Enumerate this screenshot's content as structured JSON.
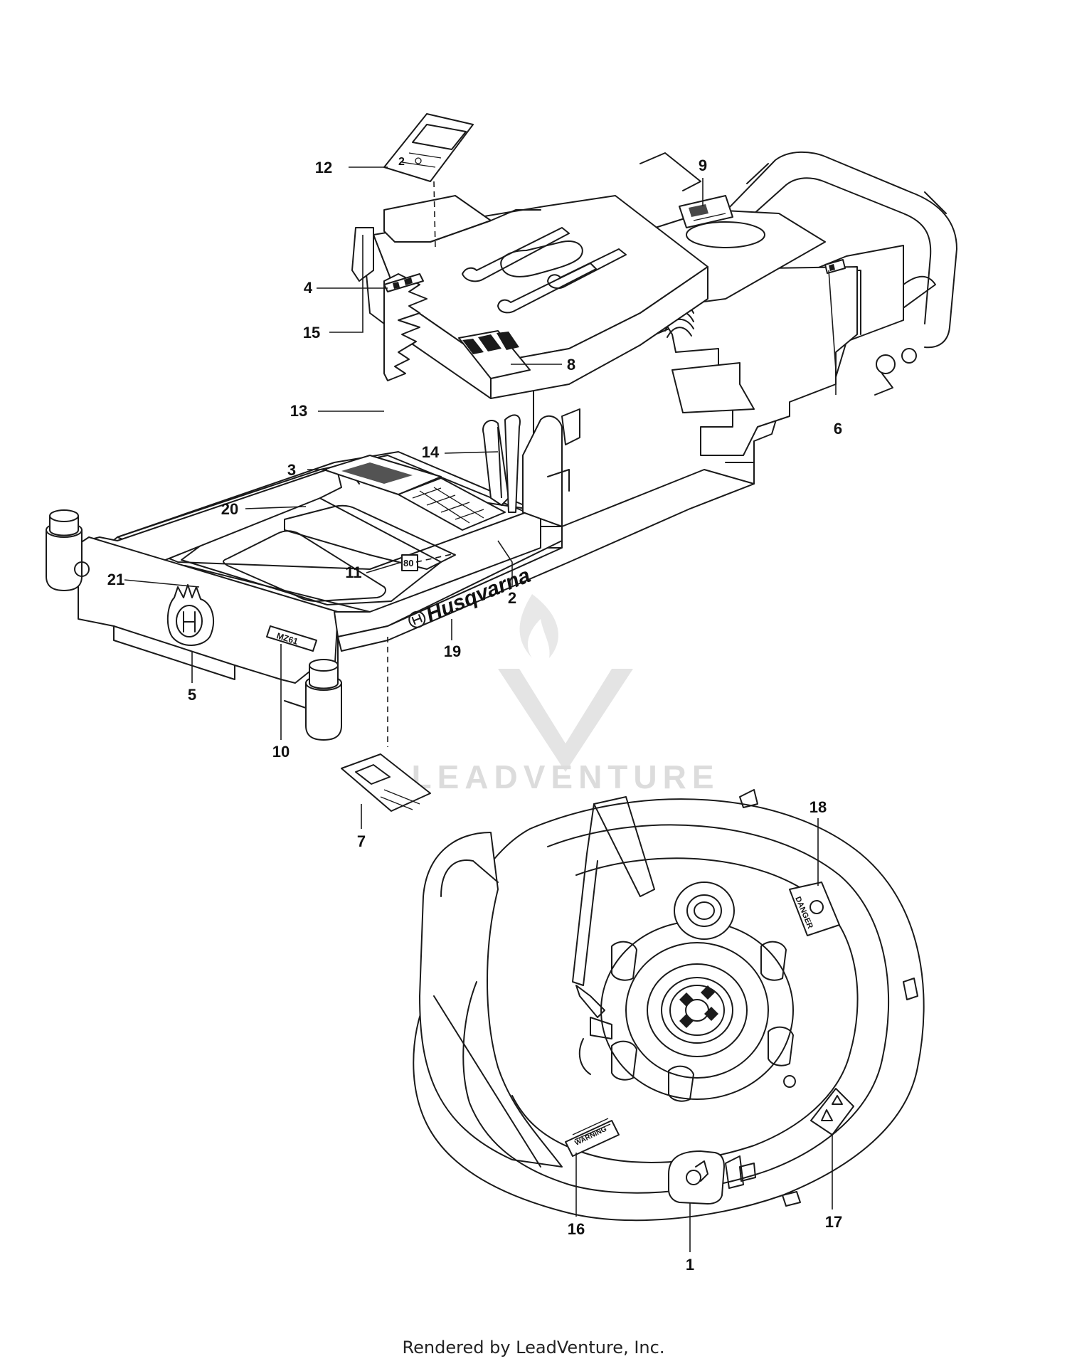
{
  "diagram": {
    "callouts": [
      {
        "id": "c1",
        "label": "1"
      },
      {
        "id": "c2",
        "label": "2"
      },
      {
        "id": "c3",
        "label": "3"
      },
      {
        "id": "c4",
        "label": "4"
      },
      {
        "id": "c5",
        "label": "5"
      },
      {
        "id": "c6",
        "label": "6"
      },
      {
        "id": "c7",
        "label": "7"
      },
      {
        "id": "c8",
        "label": "8"
      },
      {
        "id": "c9",
        "label": "9"
      },
      {
        "id": "c10",
        "label": "10"
      },
      {
        "id": "c11",
        "label": "11"
      },
      {
        "id": "c12",
        "label": "12"
      },
      {
        "id": "c13",
        "label": "13"
      },
      {
        "id": "c14",
        "label": "14"
      },
      {
        "id": "c15",
        "label": "15"
      },
      {
        "id": "c16",
        "label": "16"
      },
      {
        "id": "c17",
        "label": "17"
      },
      {
        "id": "c18",
        "label": "18"
      },
      {
        "id": "c19",
        "label": "19"
      },
      {
        "id": "c20",
        "label": "20"
      },
      {
        "id": "c21",
        "label": "21"
      }
    ],
    "decals": {
      "brand": "Husqvarna",
      "label_80": "80",
      "danger": "DANGER",
      "warning": "WARNING",
      "model": "MZ61"
    },
    "watermark": "LEADVENTURE",
    "footer": "Rendered by LeadVenture, Inc."
  }
}
